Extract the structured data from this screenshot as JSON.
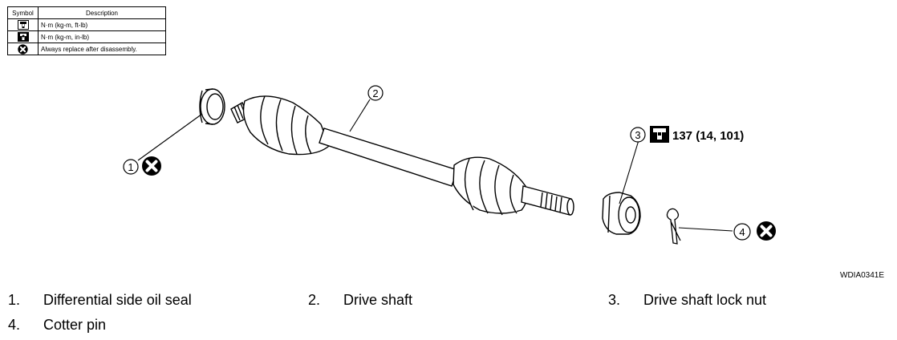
{
  "legend": {
    "header_symbol": "Symbol",
    "header_description": "Description",
    "rows": [
      {
        "icon": "torque-wrench-icon",
        "description": "N·m (kg-m, ft-lb)"
      },
      {
        "icon": "torque-wrench-small-icon",
        "description": "N·m (kg-m, in-lb)"
      },
      {
        "icon": "always-replace-icon",
        "description": "Always replace after disassembly."
      }
    ]
  },
  "callouts": {
    "c1": "1",
    "c2": "2",
    "c3": "3",
    "c4": "4",
    "torque_value": "137 (14, 101)"
  },
  "figure_code": "WDIA0341E",
  "parts": [
    {
      "num": "1.",
      "name": "Differential side oil seal"
    },
    {
      "num": "2.",
      "name": "Drive shaft"
    },
    {
      "num": "3.",
      "name": "Drive shaft lock nut"
    },
    {
      "num": "4.",
      "name": "Cotter pin"
    }
  ]
}
